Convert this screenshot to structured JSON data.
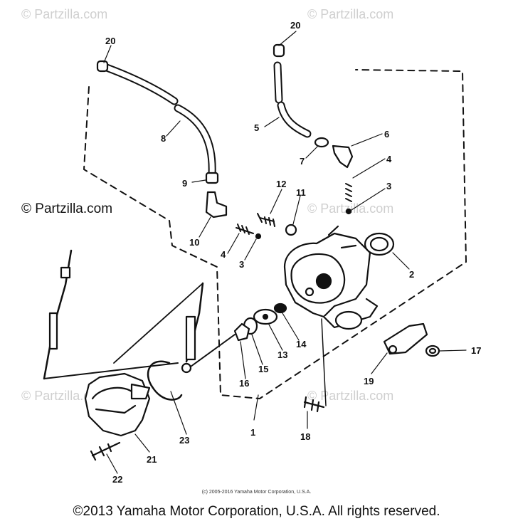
{
  "watermarks": {
    "light": "© Partzilla.com",
    "dark": "© Partzilla.com"
  },
  "callouts": {
    "c20a": "20",
    "c20b": "20",
    "c8": "8",
    "c5": "5",
    "c6": "6",
    "c7": "7",
    "c4a": "4",
    "c3a": "3",
    "c9": "9",
    "c10": "10",
    "c12": "12",
    "c11": "11",
    "c4b": "4",
    "c3b": "3",
    "c2": "2",
    "c14": "14",
    "c13": "13",
    "c15": "15",
    "c16": "16",
    "c17": "17",
    "c19": "19",
    "c1": "1",
    "c18": "18",
    "c23": "23",
    "c21": "21",
    "c22": "22"
  },
  "footer": {
    "small": "(c) 2005-2016 Yamaha Motor Corporation, U.S.A.",
    "large": "©2013 Yamaha Motor Corporation, U.S.A. All rights reserved."
  }
}
